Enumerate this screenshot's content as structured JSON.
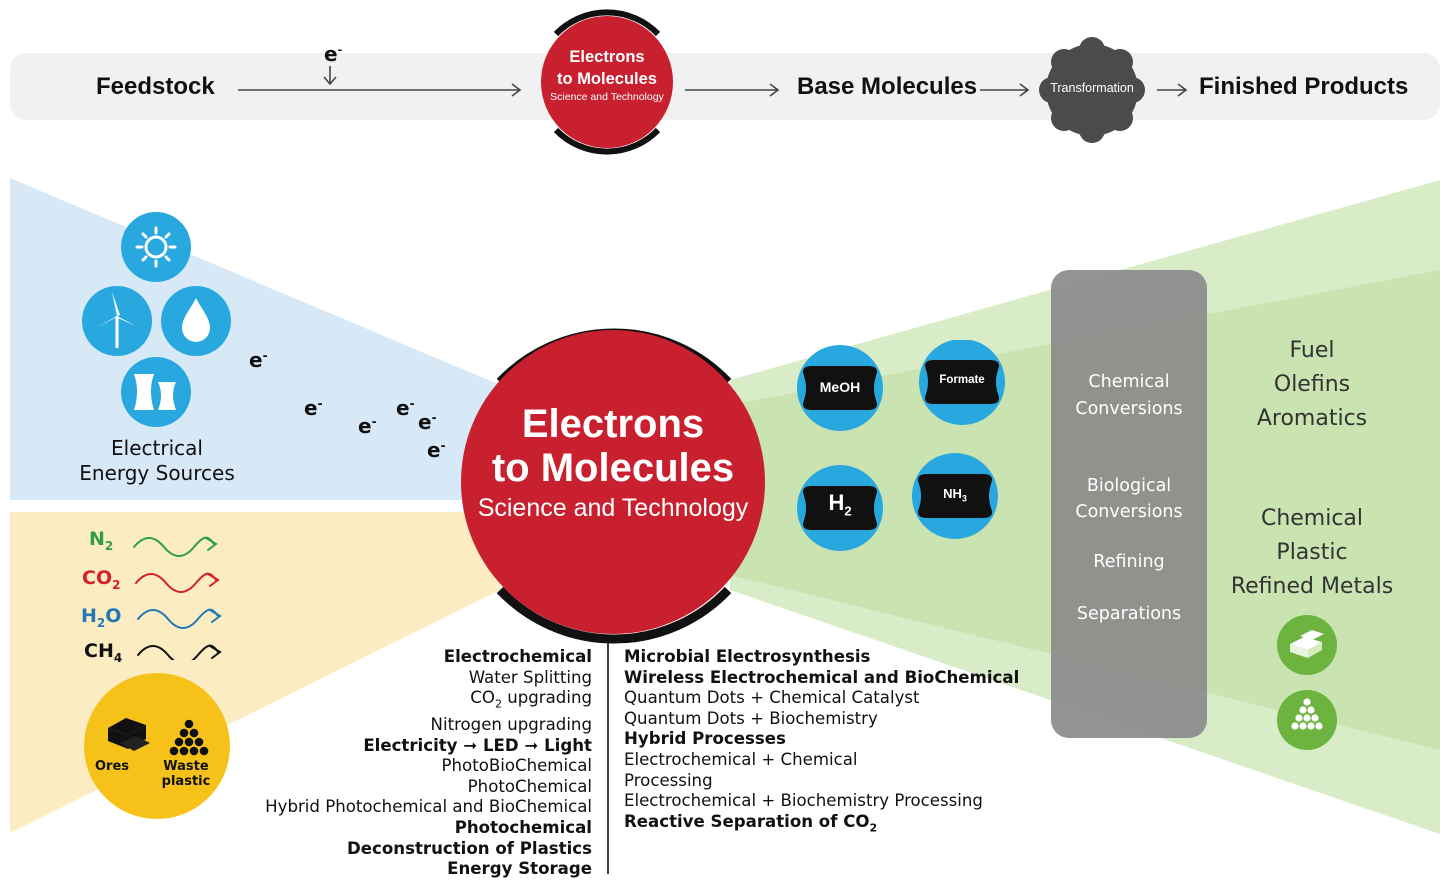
{
  "flow": {
    "feedstock": "Feedstock",
    "electron_symbol": "e",
    "electron_charge": "-",
    "center_line1": "Electrons",
    "center_line2": "to Molecules",
    "center_line3": "Science and Technology",
    "base_molecules": "Base Molecules",
    "transformation": "Transformation",
    "finished_products": "Finished Products"
  },
  "energy": {
    "label_line1": "Electrical",
    "label_line2": "Energy Sources",
    "icons": [
      "sun-icon",
      "wind-turbine-icon",
      "water-drop-icon",
      "nuclear-plant-icon"
    ],
    "electron_symbol": "e",
    "electron_charge": "-"
  },
  "gases": [
    {
      "main": "N",
      "sub": "2",
      "tail": "",
      "color": "#2e9e48"
    },
    {
      "main": "CO",
      "sub": "2",
      "tail": "",
      "color": "#d3202f"
    },
    {
      "main": "H",
      "sub": "2",
      "tail": "O",
      "color": "#2479b4"
    },
    {
      "main": "CH",
      "sub": "4",
      "tail": "",
      "color": "#111111"
    }
  ],
  "materials": {
    "ores": "Ores",
    "waste_line1": "Waste",
    "waste_line2": "plastic"
  },
  "center": {
    "line1": "Electrons",
    "line2": "to Molecules",
    "line3": "Science and Technology"
  },
  "molecules": {
    "meoh": "MeOH",
    "formate": "Formate",
    "h2_main": "H",
    "h2_sub": "2",
    "nh3_main": "NH",
    "nh3_sub": "3"
  },
  "processes": {
    "chem_line1": "Chemical",
    "chem_line2": "Conversions",
    "bio_line1": "Biological",
    "bio_line2": "Conversions",
    "refining": "Refining",
    "separations": "Separations"
  },
  "products": {
    "fuel": "Fuel",
    "olefins": "Olefins",
    "aromatics": "Aromatics",
    "chemical": "Chemical",
    "plastic": "Plastic",
    "refined_metals": "Refined Metals"
  },
  "list_left": [
    {
      "text": "Electrochemical",
      "bold": true
    },
    {
      "text": "Water Splitting",
      "bold": false
    },
    {
      "text": "CO",
      "sub": "2",
      "tail": " upgrading",
      "bold": false
    },
    {
      "text": "Nitrogen upgrading",
      "bold": false
    },
    {
      "text": "Electricity ➞ LED ➞ Light",
      "bold": true
    },
    {
      "text": "PhotoBioChemical",
      "bold": false
    },
    {
      "text": "PhotoChemical",
      "bold": false
    },
    {
      "text": "Hybrid Photochemical and BioChemical",
      "bold": false
    },
    {
      "text": "Photochemical",
      "bold": true
    },
    {
      "text": "Deconstruction of Plastics",
      "bold": true
    },
    {
      "text": "Energy Storage",
      "bold": true
    }
  ],
  "list_right": [
    {
      "text": "Microbial Electrosynthesis",
      "bold": true
    },
    {
      "text": "Wireless Electrochemical and BioChemical",
      "bold": true
    },
    {
      "text": "Quantum Dots + Chemical Catalyst",
      "bold": false
    },
    {
      "text": "Quantum Dots + Biochemistry",
      "bold": false
    },
    {
      "text": "Hybrid Processes",
      "bold": true
    },
    {
      "text": "Electrochemical + Chemical",
      "bold": false
    },
    {
      "text": "Processing",
      "bold": false
    },
    {
      "text": "Electrochemical + Biochemistry Processing",
      "bold": false
    },
    {
      "text": "Reactive Separation of CO",
      "sub": "2",
      "tail": "",
      "bold": true
    }
  ],
  "colors": {
    "red": "#c8202f",
    "blue": "#29a8e0",
    "yellow": "#f6c21a",
    "green": "#8cc63f",
    "grey": "#8b8b8b",
    "dark": "#4b4b4d"
  }
}
